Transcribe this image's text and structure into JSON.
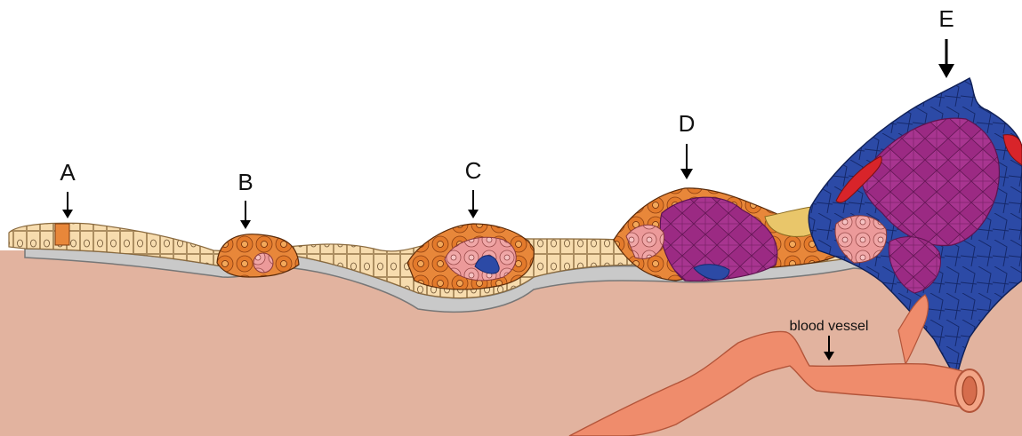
{
  "labels": {
    "a": "A",
    "b": "B",
    "c": "C",
    "d": "D",
    "e": "E",
    "blood_vessel": "blood vessel"
  },
  "colors": {
    "tissue": "#e2b39f",
    "basement_membrane": "#c9c9c9",
    "normal_cell": "#f7dcae",
    "orange_cell": "#e8873a",
    "pink_cell": "#ec9a9a",
    "purple_cell": "#9b2a83",
    "blue_cell": "#2c4aa6",
    "red_cell": "#d8242a",
    "vessel": "#ef8c6c"
  }
}
